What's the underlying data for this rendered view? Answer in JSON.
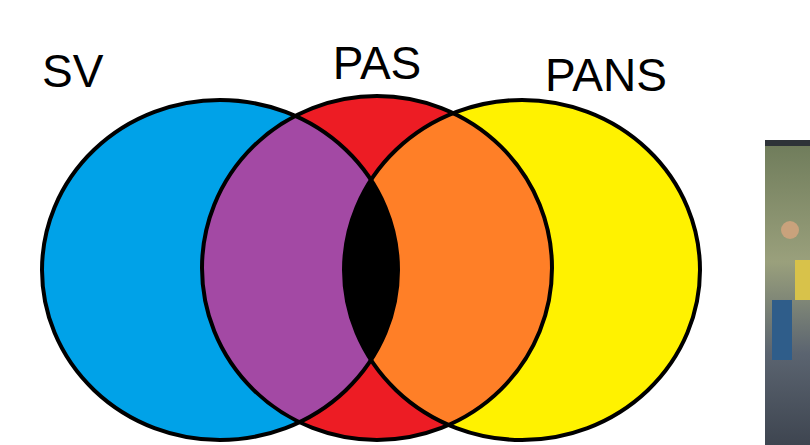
{
  "diagram": {
    "nodes": [
      {
        "text": [
          "SV"
        ]
      },
      {
        "text": [
          "PAS"
        ]
      },
      {
        "text": [
          "PANS"
        ]
      }
    ]
  }
}
